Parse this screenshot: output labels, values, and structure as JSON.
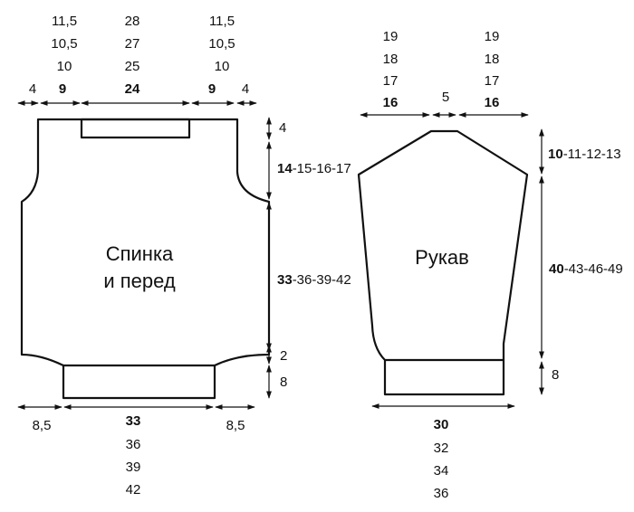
{
  "back_front": {
    "title_line1": "Спинка",
    "title_line2": "и перед",
    "top": {
      "left_edge": "4",
      "shoulder_left": "9",
      "shoulder_left_alt": [
        "11,5",
        "10,5",
        "10"
      ],
      "neck": "24",
      "neck_alt": [
        "28",
        "27",
        "25"
      ],
      "shoulder_right": "9",
      "shoulder_right_alt": [
        "11,5",
        "10,5",
        "10"
      ],
      "right_edge": "4"
    },
    "right": {
      "neck_depth": "4",
      "armhole_bold": "14",
      "armhole_rest": "-15-16-17",
      "body_bold": "33",
      "body_rest": "-36-39-42",
      "hip": "2",
      "rib": "8"
    },
    "bottom": {
      "left": "8,5",
      "width_bold": "33",
      "width_alt": [
        "36",
        "39",
        "42"
      ],
      "right": "8,5"
    }
  },
  "sleeve": {
    "title": "Рукав",
    "top": {
      "left_bold": "16",
      "left_alt": [
        "19",
        "18",
        "17"
      ],
      "middle": "5",
      "right_bold": "16",
      "right_alt": [
        "19",
        "18",
        "17"
      ]
    },
    "right": {
      "cap_bold": "10",
      "cap_rest": "-11-12-13",
      "length_bold": "40",
      "length_rest": "-43-46-49",
      "rib": "8"
    },
    "bottom": {
      "width_bold": "30",
      "width_alt": [
        "32",
        "34",
        "36"
      ]
    }
  }
}
